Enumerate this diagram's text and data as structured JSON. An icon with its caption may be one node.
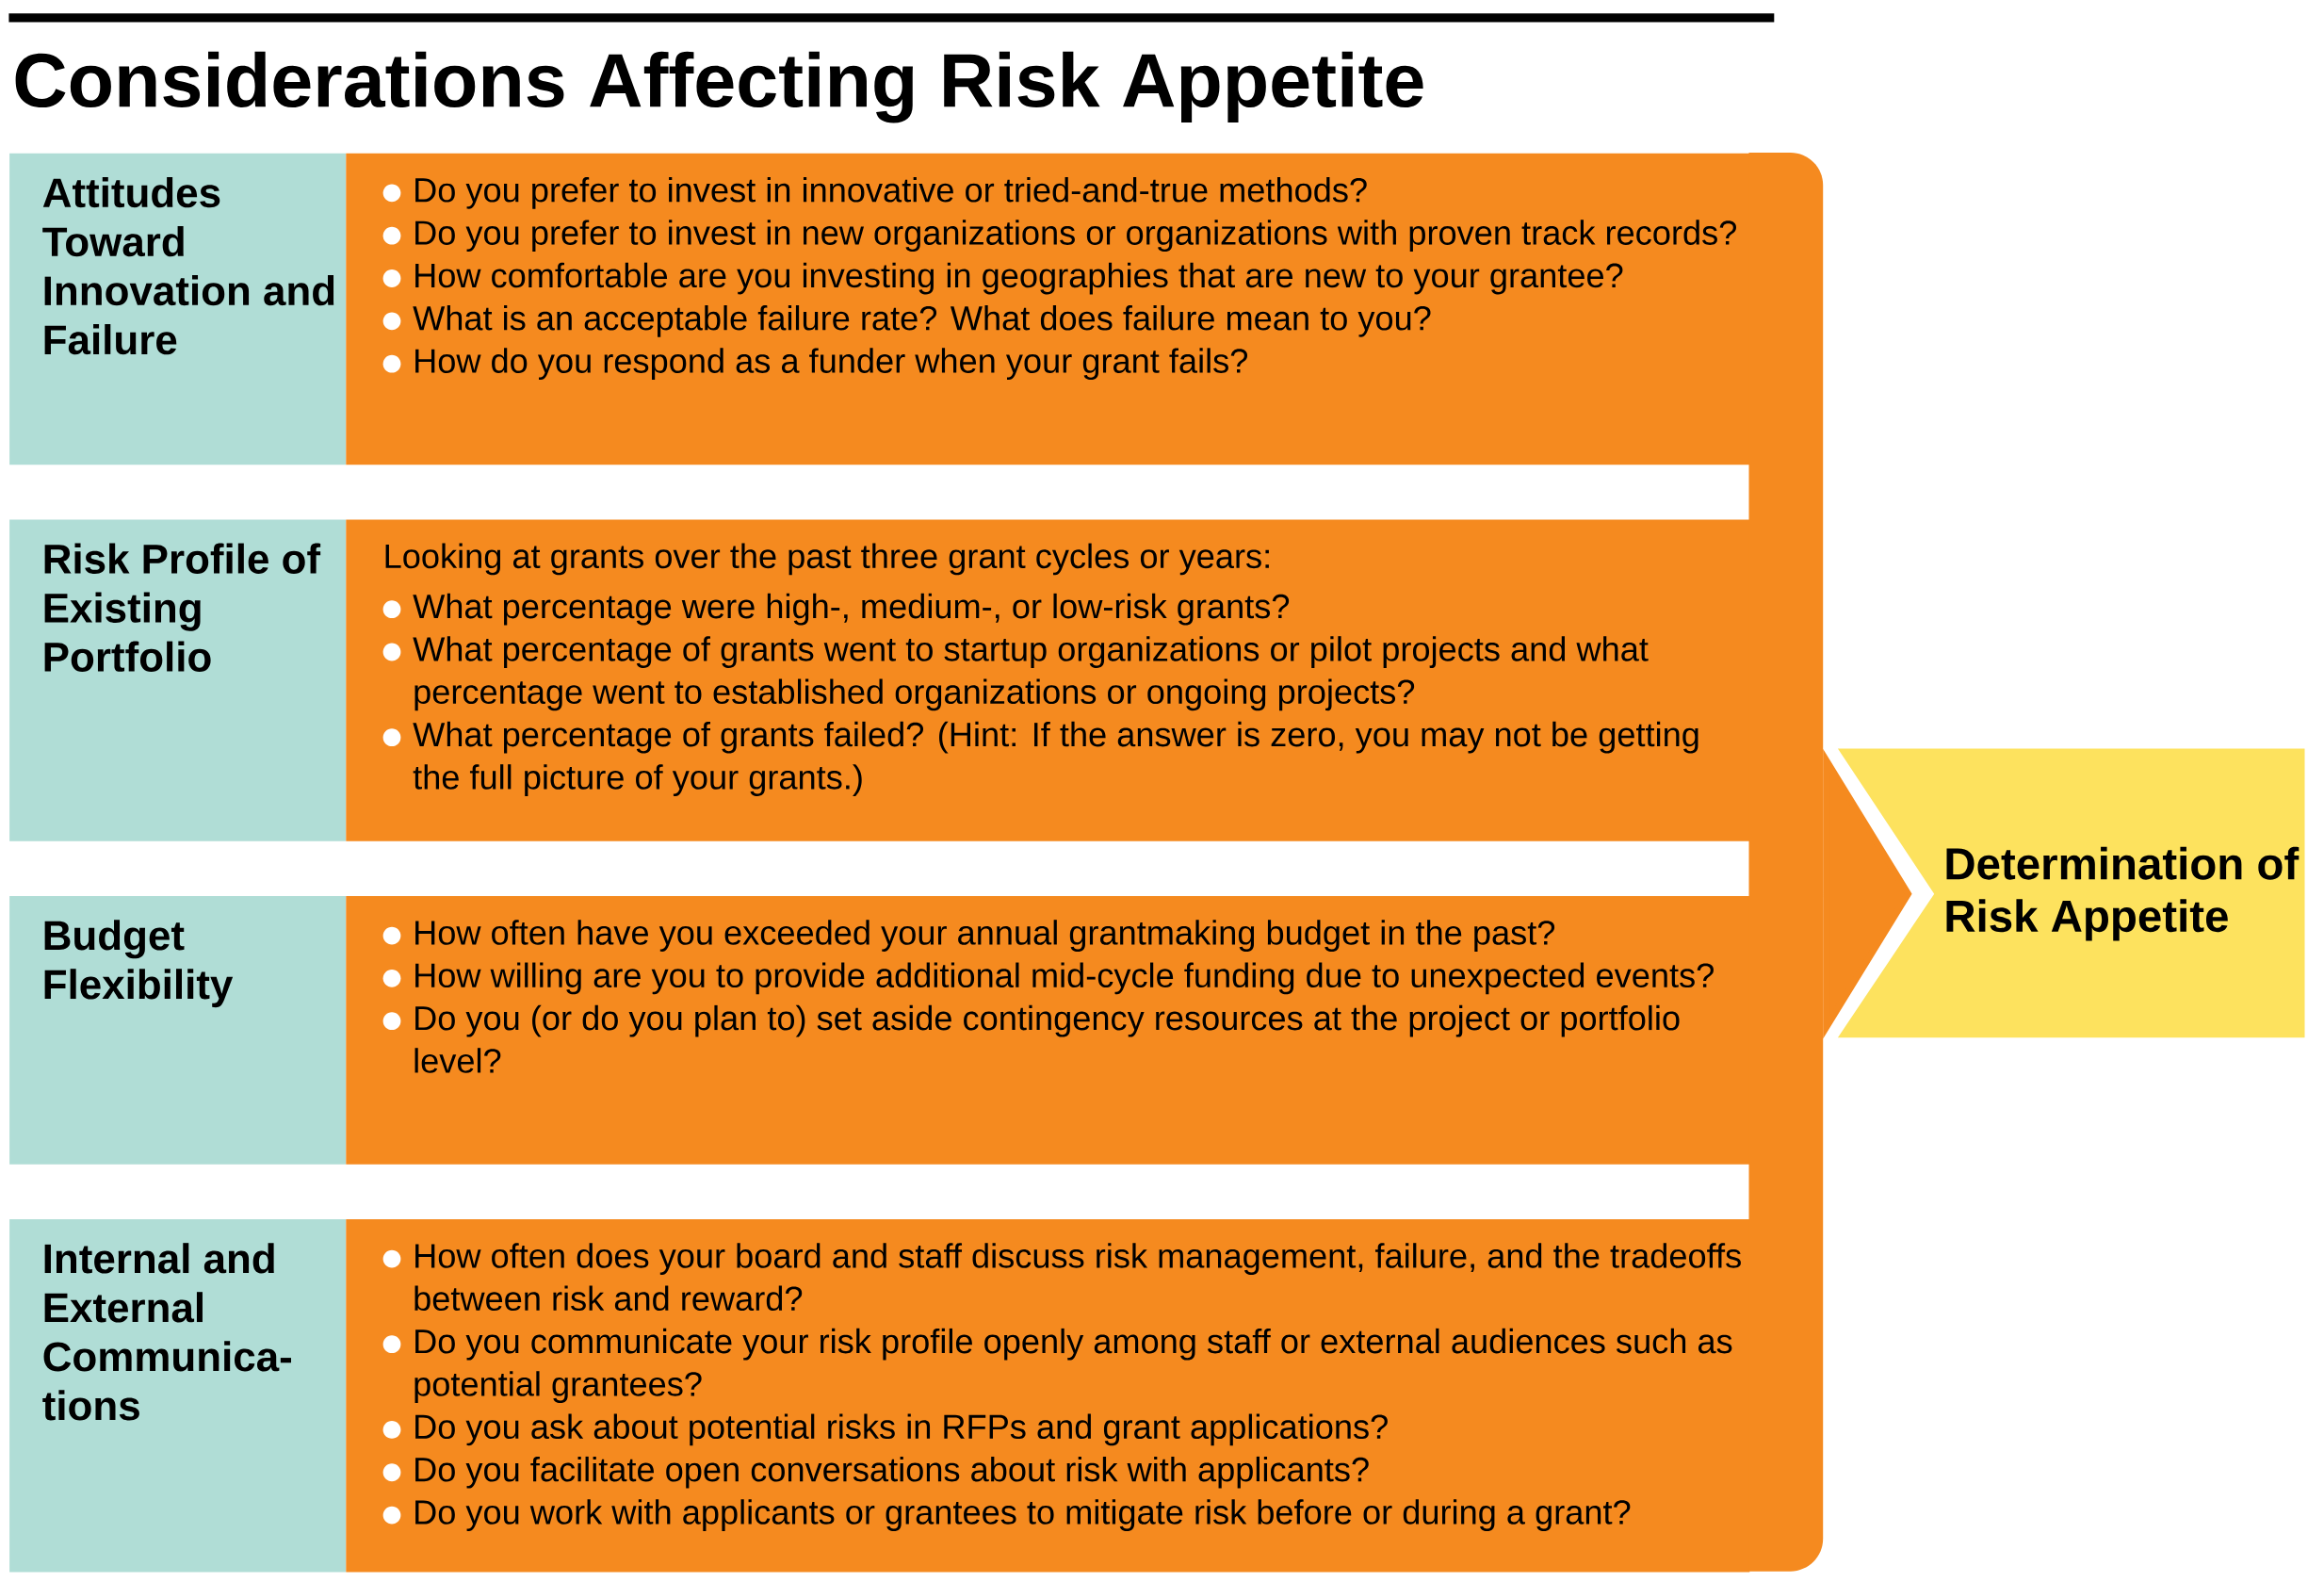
{
  "diagram": {
    "title": "Considerations Affecting Risk Appetite",
    "nodes": [
      {
        "text": [
          "Attitudes Toward Innovation and Failure"
        ]
      },
      {
        "text": [
          "Risk Profile of Existing Portfolio"
        ]
      },
      {
        "text": [
          "Budget Flexibility"
        ]
      },
      {
        "text": [
          "Internal and External Communica-tions"
        ]
      },
      {
        "text": [
          "Do you prefer to invest in innovative or tried-and-true methods?",
          "Do you prefer to invest in new organizations or organizations with proven track records?",
          "How comfortable are you investing in geographies that are new to your grantee?",
          "What is an acceptable failure rate? What does failure mean to you?",
          "How do you respond as a funder when your grant fails?"
        ]
      },
      {
        "text": [
          "Looking at grants over the past three grant cycles or years:",
          "What percentage were high-, medium-, or low-risk grants?",
          "What percentage of grants went to startup organizations or pilot projects and what percentage went to established organizations or ongoing projects?",
          "What percentage of grants failed? (Hint: If the answer is zero, you may not be getting the full picture of your grants.)"
        ]
      },
      {
        "text": [
          "How often have you exceeded your annual grantmaking budget in the past?",
          "How willing are you to provide additional mid-cycle funding due to unexpected events?",
          "Do you (or do you plan to) set aside contingency resources at the project or portfolio level?"
        ]
      },
      {
        "text": [
          "How often does your board and staff discuss risk management, failure, and the tradeoffs between risk and reward?",
          "Do you communicate your risk profile openly among staff or external audiences such as potential grantees?",
          "Do you ask about potential risks in RFPs and grant applications?",
          "Do you facilitate open conversations about risk with applicants?",
          "Do you work with applicants or grantees to mitigate risk before or during a grant?"
        ]
      },
      {
        "text": [],
        "shape": "bar"
      },
      {
        "text": [
          "Determination of Risk Appetite"
        ]
      }
    ],
    "edges": [
      {
        "from": 8,
        "to": 9,
        "arrow": "to"
      }
    ]
  }
}
